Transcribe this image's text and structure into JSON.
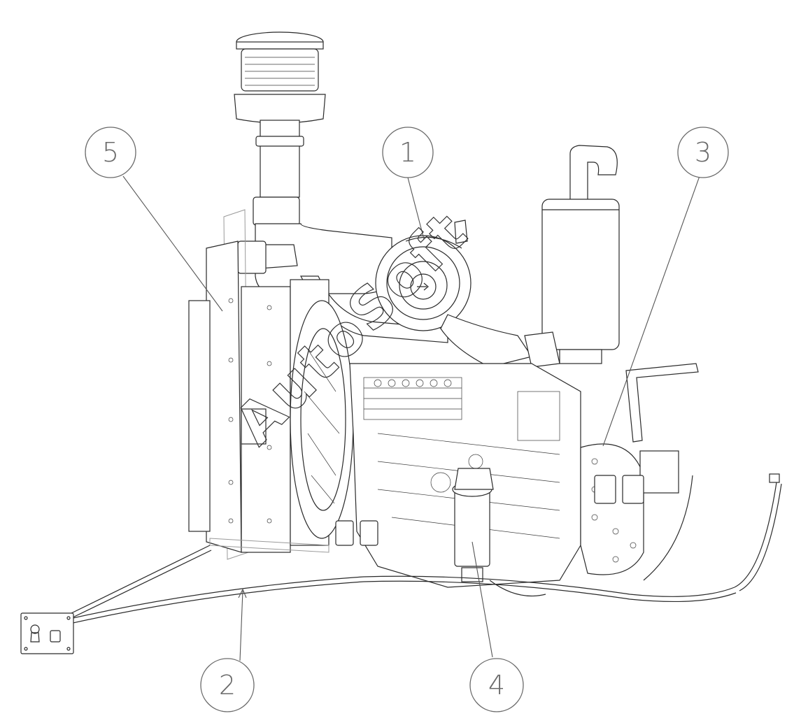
{
  "watermark": "AutoSoft",
  "callouts": [
    {
      "id": "1",
      "label": "1"
    },
    {
      "id": "2",
      "label": "2"
    },
    {
      "id": "3",
      "label": "3"
    },
    {
      "id": "4",
      "label": "4"
    },
    {
      "id": "5",
      "label": "5"
    }
  ],
  "colors": {
    "line": "#2a2a2a",
    "callout": "#6a6a6a",
    "background": "#ffffff"
  }
}
